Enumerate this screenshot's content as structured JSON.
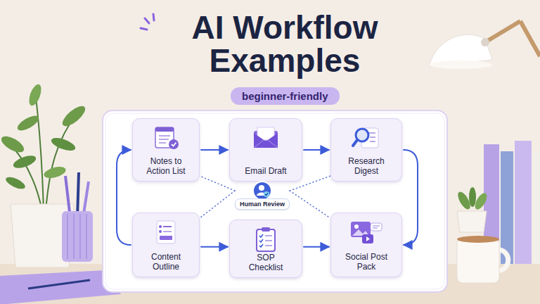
{
  "diagram": {
    "title": "AI Workflow Examples",
    "nodes": [
      {
        "text": [
          "beginner-friendly"
        ]
      },
      {
        "text": [
          "Notes to Action List"
        ]
      },
      {
        "text": [
          "Email Draft"
        ]
      },
      {
        "text": [
          "Research Digest"
        ]
      },
      {
        "text": [
          "Human Review"
        ]
      },
      {
        "text": [
          "Content Outline"
        ]
      },
      {
        "text": [
          "SOP Checklist"
        ]
      },
      {
        "text": [
          "Social Post Pack"
        ]
      }
    ],
    "edges": [
      {
        "from": 1,
        "to": 2,
        "arrow": "to"
      },
      {
        "from": 2,
        "to": 3,
        "arrow": "to"
      },
      {
        "from": 3,
        "to": 7,
        "arrow": "to"
      },
      {
        "from": 5,
        "to": 6,
        "arrow": "to"
      },
      {
        "from": 6,
        "to": 7,
        "arrow": "to"
      },
      {
        "from": 5,
        "to": 1,
        "arrow": "to"
      },
      {
        "from": 4,
        "to": 1,
        "arrow": "none"
      },
      {
        "from": 4,
        "to": 3,
        "arrow": "none"
      },
      {
        "from": 4,
        "to": 5,
        "arrow": "none"
      },
      {
        "from": 4,
        "to": 7,
        "arrow": "none"
      }
    ]
  }
}
